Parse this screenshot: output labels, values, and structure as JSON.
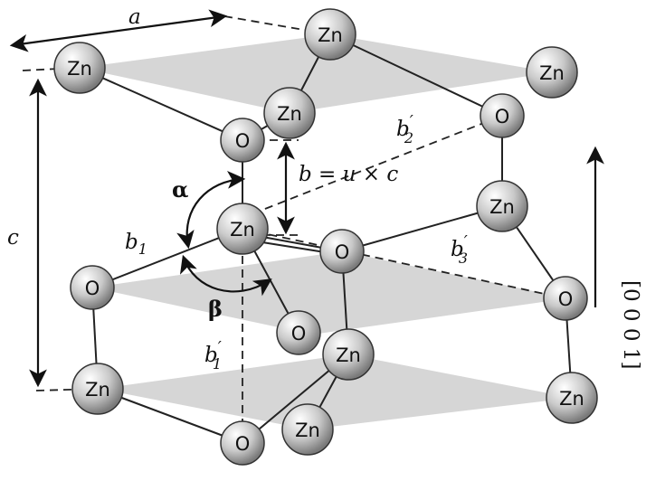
{
  "atoms": {
    "zn_top_left": "Zn",
    "zn_top_back": "Zn",
    "zn_top_right": "Zn",
    "zn_top_front": "Zn",
    "o_upper_left": "O",
    "o_upper_right": "O",
    "zn_center": "Zn",
    "zn_mid_right": "Zn",
    "o_mid_center": "O",
    "o_mid_left": "O",
    "o_mid_right": "O",
    "o_lower_center": "O",
    "zn_lower_center": "Zn",
    "zn_bottom_left": "Zn",
    "zn_bottom_right": "Zn",
    "zn_bottom_center": "Zn",
    "o_bottom": "O"
  },
  "labels": {
    "a": "a",
    "c": "c",
    "b_eq": "b = u × c",
    "b1": "b",
    "b1_sub": "1",
    "b1p": "b",
    "b1p_sub": "1",
    "b2p": "b",
    "b2p_sub": "2",
    "b3p": "b",
    "b3p_sub": "3",
    "prime": "′",
    "alpha": "α",
    "beta": "β",
    "direction": "[0 0 0 1]"
  }
}
